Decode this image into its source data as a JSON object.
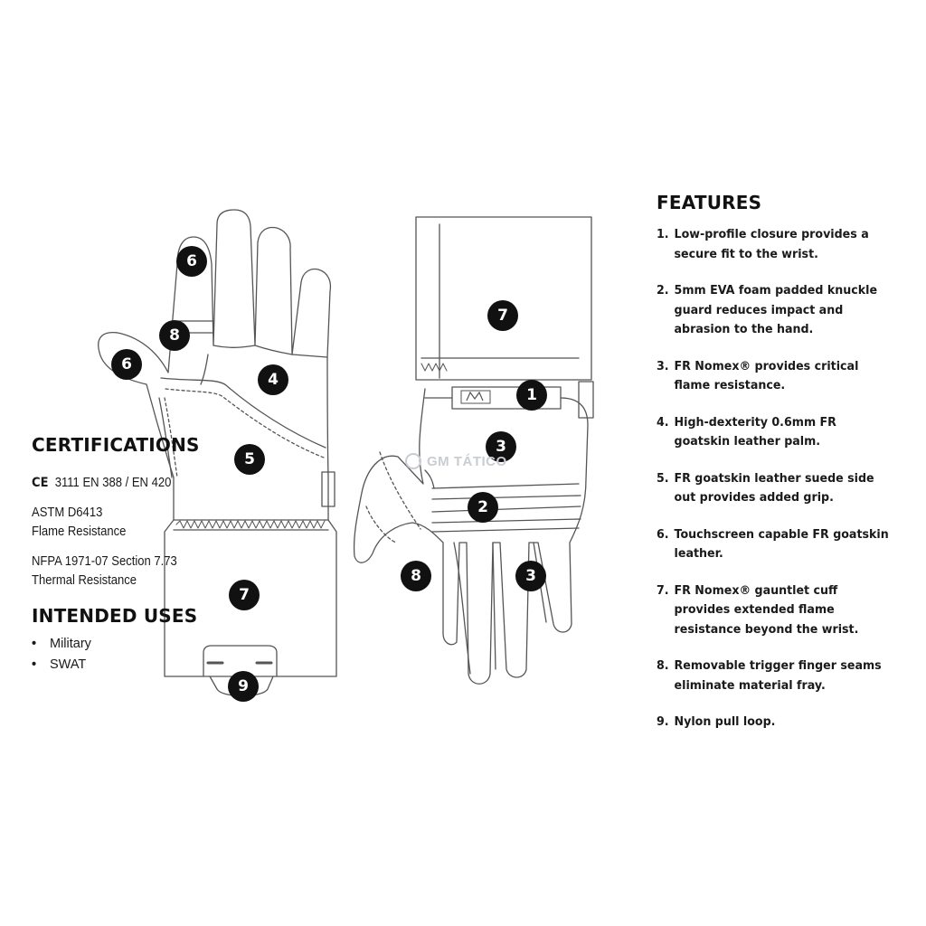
{
  "features": {
    "title": "FEATURES",
    "items": [
      {
        "num": "1.",
        "text": "Low-profile closure provides a secure fit to the wrist."
      },
      {
        "num": "2.",
        "text": "5mm EVA foam padded knuckle guard reduces impact and abrasion to the hand."
      },
      {
        "num": "3.",
        "text": "FR Nomex® provides critical flame resistance."
      },
      {
        "num": "4.",
        "text": "High-dexterity 0.6mm FR goatskin leather palm."
      },
      {
        "num": "5.",
        "text": "FR goatskin leather suede side out provides added grip."
      },
      {
        "num": "6.",
        "text": "Touchscreen capable FR goatskin leather."
      },
      {
        "num": "7.",
        "text": "FR Nomex® gauntlet cuff provides extended flame resistance beyond the wrist."
      },
      {
        "num": "8.",
        "text": "Removable trigger finger seams eliminate material fray."
      },
      {
        "num": "9.",
        "text": "Nylon pull loop."
      }
    ]
  },
  "certifications": {
    "title": "CERTIFICATIONS",
    "ce_mark": "CE",
    "ce_text": "3111 EN 388 / EN 420",
    "astm_line1": "ASTM D6413",
    "astm_line2": "Flame Resistance",
    "nfpa_line1": "NFPA 1971-07 Section 7.73",
    "nfpa_line2": "Thermal Resistance"
  },
  "intended_uses": {
    "title": "INTENDED USES",
    "items": [
      "Military",
      "SWAT"
    ]
  },
  "callouts": {
    "palm": {
      "c6_top": "6",
      "c8": "8",
      "c6_thumb": "6",
      "c4": "4",
      "c5": "5",
      "c7": "7",
      "c9": "9"
    },
    "back": {
      "c7": "7",
      "c1": "1",
      "c3_top": "3",
      "c2": "2",
      "c8": "8",
      "c3_fingers": "3"
    }
  },
  "watermark": {
    "text": "GM TÁTICO"
  }
}
